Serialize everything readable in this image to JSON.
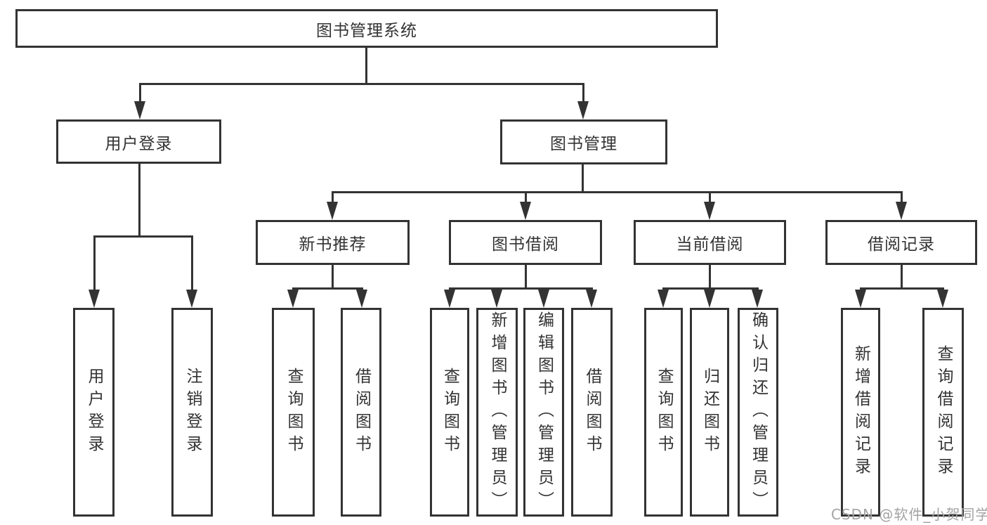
{
  "diagram": {
    "title": "图书管理系统",
    "branches": [
      {
        "label": "用户登录",
        "children": [
          {
            "label": "用户登录"
          },
          {
            "label": "注销登录"
          }
        ]
      },
      {
        "label": "图书管理",
        "children": [
          {
            "label": "新书推荐",
            "children": [
              {
                "label": "查询图书"
              },
              {
                "label": "借阅图书"
              }
            ]
          },
          {
            "label": "图书借阅",
            "children": [
              {
                "label": "查询图书"
              },
              {
                "label": "新增图书（管理员）"
              },
              {
                "label": "编辑图书（管理员）"
              },
              {
                "label": "借阅图书"
              }
            ]
          },
          {
            "label": "当前借阅",
            "children": [
              {
                "label": "查询图书"
              },
              {
                "label": "归还图书"
              },
              {
                "label": "确认归还（管理员）"
              }
            ]
          },
          {
            "label": "借阅记录",
            "children": [
              {
                "label": "新增借阅记录"
              },
              {
                "label": "查询借阅记录"
              }
            ]
          }
        ]
      }
    ]
  },
  "watermark": {
    "text": "CSDN @软件_小贺同学"
  },
  "colors": {
    "line": "#333333",
    "text": "#333333",
    "watermark": "#a3a3a3",
    "bg": "#ffffff"
  }
}
